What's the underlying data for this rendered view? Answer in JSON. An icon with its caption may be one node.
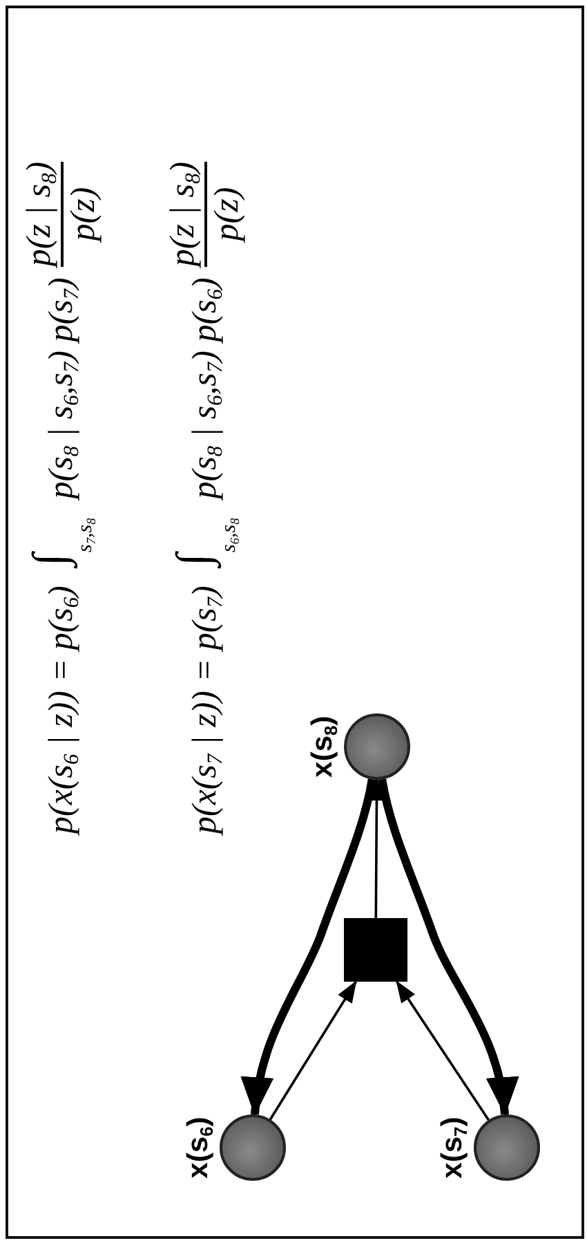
{
  "diagram": {
    "nodes": [
      {
        "text": [
          "x(s$_{6}$)"
        ]
      },
      {
        "text": [
          "x(s$_{7}$)"
        ]
      },
      {
        "text": [
          "x(s$_{8}$)"
        ]
      },
      {
        "text": [],
        "shape": "box"
      }
    ],
    "edges": [
      {
        "from": 0,
        "to": 3,
        "arrow": "to"
      },
      {
        "from": 1,
        "to": 3,
        "arrow": "to"
      },
      {
        "from": 3,
        "to": 2,
        "arrow": "to"
      },
      {
        "from": 2,
        "to": 0,
        "arrow": "to",
        "style": "thick"
      },
      {
        "from": 2,
        "to": 1,
        "arrow": "to",
        "style": "thick"
      }
    ],
    "labels": [
      "p(x(s$_{6}$ | z)) = p(s$_{6}$)",
      "∫",
      "s$_{7}$,s$_{8}$",
      "p(s$_{8}$ | s$_{6}$,s$_{7}$) p(s$_{7}$)",
      "p(z | s$_{8}$)",
      "p(z)",
      "p(x(s$_{7}$ | z)) = p(s$_{7}$)",
      "∫",
      "s$_{6}$,s$_{8}$",
      "p(s$_{8}$ | s$_{6}$,s$_{7}$) p(s$_{6}$)",
      "p(z | s$_{8}$)",
      "p(z)"
    ]
  }
}
